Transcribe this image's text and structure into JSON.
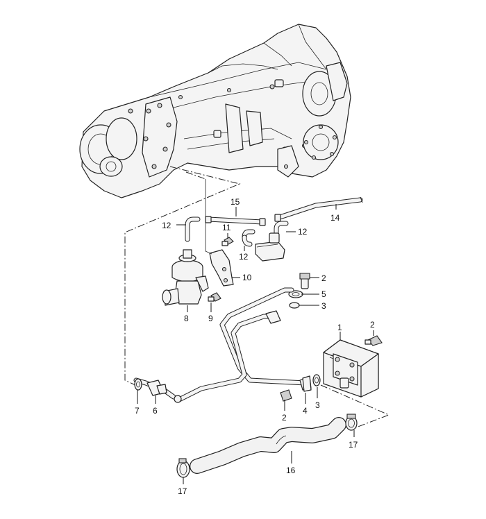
{
  "diagram": {
    "callouts": [
      {
        "id": "c1",
        "text": "1"
      },
      {
        "id": "c2a",
        "text": "2"
      },
      {
        "id": "c2b",
        "text": "2"
      },
      {
        "id": "c2c",
        "text": "2"
      },
      {
        "id": "c3a",
        "text": "3"
      },
      {
        "id": "c3b",
        "text": "3"
      },
      {
        "id": "c4",
        "text": "4"
      },
      {
        "id": "c5",
        "text": "5"
      },
      {
        "id": "c6",
        "text": "6"
      },
      {
        "id": "c7",
        "text": "7"
      },
      {
        "id": "c8",
        "text": "8"
      },
      {
        "id": "c9",
        "text": "9"
      },
      {
        "id": "c10",
        "text": "10"
      },
      {
        "id": "c11",
        "text": "11"
      },
      {
        "id": "c12a",
        "text": "12"
      },
      {
        "id": "c12b",
        "text": "12"
      },
      {
        "id": "c12c",
        "text": "12"
      },
      {
        "id": "c14",
        "text": "14"
      },
      {
        "id": "c15",
        "text": "15"
      },
      {
        "id": "c16",
        "text": "16"
      },
      {
        "id": "c17a",
        "text": "17"
      },
      {
        "id": "c17b",
        "text": "17"
      }
    ]
  }
}
